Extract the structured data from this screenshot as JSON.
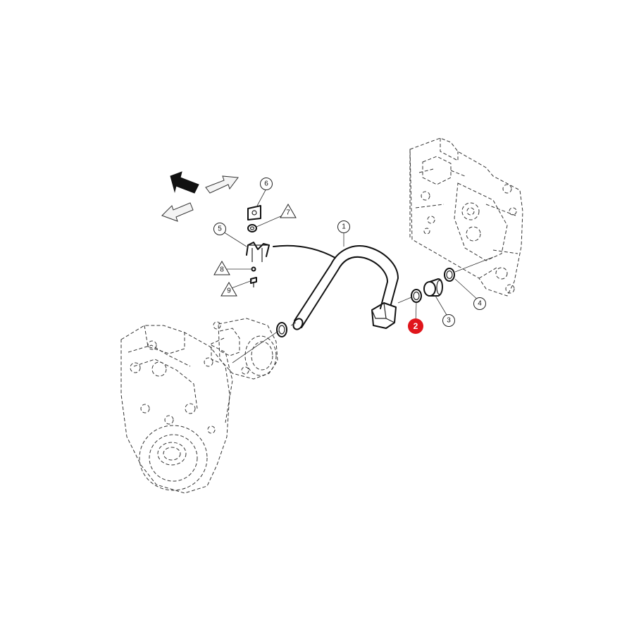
{
  "diagram": {
    "highlight_color": "#e0151b",
    "callouts": {
      "c1": "1",
      "c2": "2",
      "c3": "3",
      "c4": "4",
      "c5": "5",
      "c6": "6",
      "c7": "7",
      "c8": "8",
      "c9": "9"
    },
    "highlighted_callout": "2"
  }
}
